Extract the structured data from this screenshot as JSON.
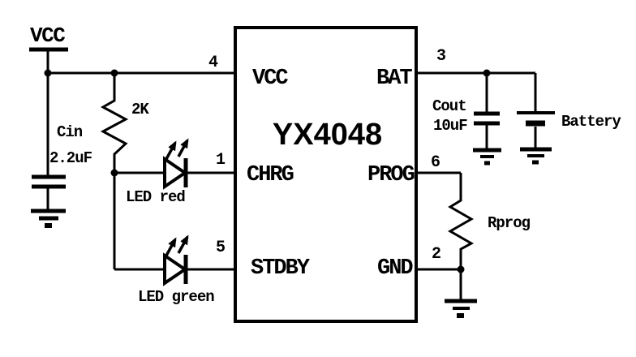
{
  "ic": {
    "name": "YX4048",
    "pins": {
      "vcc": {
        "num": "4",
        "label": "VCC"
      },
      "chrg": {
        "num": "1",
        "label": "CHRG"
      },
      "stdby": {
        "num": "5",
        "label": "STDBY"
      },
      "bat": {
        "num": "3",
        "label": "BAT"
      },
      "prog": {
        "num": "6",
        "label": "PROG"
      },
      "gnd": {
        "num": "2",
        "label": "GND"
      }
    }
  },
  "labels": {
    "supply": "VCC",
    "cin_name": "Cin",
    "cin_value": "2.2uF",
    "r1_value": "2K",
    "led_red": "LED red",
    "led_green": "LED green",
    "cout_name": "Cout",
    "cout_value": "10uF",
    "battery": "Battery",
    "rprog": "Rprog"
  },
  "colors": {
    "ink": "#000000",
    "background": "#ffffff"
  }
}
